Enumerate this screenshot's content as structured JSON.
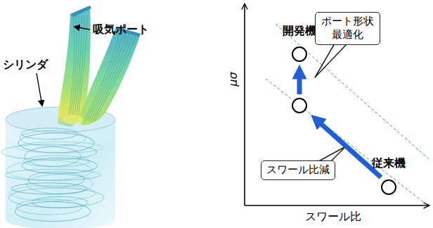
{
  "diagram": {
    "nodes": [
      {
        "text": [
          "開発機"
        ]
      },
      {
        "text": [
          "ポート形状 最適化"
        ]
      },
      {
        "text": [
          "スワール比減"
        ]
      },
      {
        "text": [
          "従来機"
        ]
      }
    ],
    "labels": [
      "吸気ポート",
      "シリンダ",
      "μσ",
      "スワール比"
    ]
  }
}
